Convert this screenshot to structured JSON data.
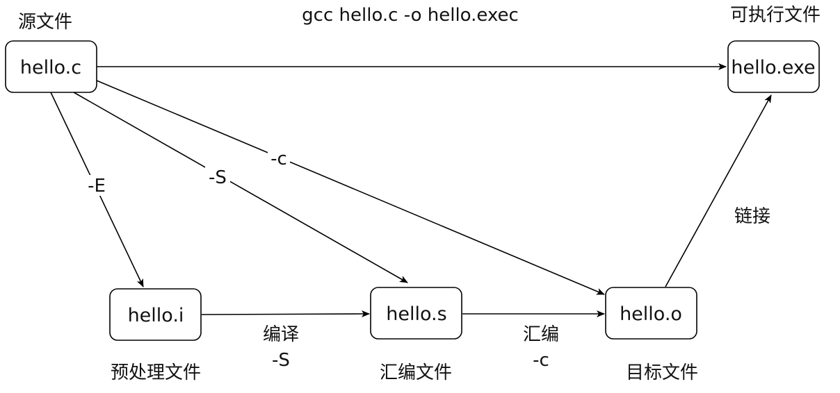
{
  "nodes": {
    "source": {
      "label": "hello.c",
      "caption": "源文件"
    },
    "preprocessed": {
      "label": "hello.i",
      "caption": "预处理文件"
    },
    "assembly": {
      "label": "hello.s",
      "caption": "汇编文件"
    },
    "object": {
      "label": "hello.o",
      "caption": "目标文件"
    },
    "executable": {
      "label": "hello.exe",
      "caption": "可执行文件"
    }
  },
  "edges": {
    "compile_all": {
      "label": "gcc hello.c -o hello.exec"
    },
    "to_preprocessed": {
      "label": "-E"
    },
    "to_assembly_direct": {
      "label": "-S"
    },
    "to_object_direct": {
      "label": "-c"
    },
    "preprocessed_to_assembly": {
      "label_line1": "编译",
      "label_line2": "-S"
    },
    "assembly_to_object": {
      "label_line1": "汇编",
      "label_line2": "-c"
    },
    "object_to_executable": {
      "label": "链接"
    }
  },
  "colors": {
    "stroke": "#000000",
    "text": "#111111",
    "background": "#ffffff"
  }
}
